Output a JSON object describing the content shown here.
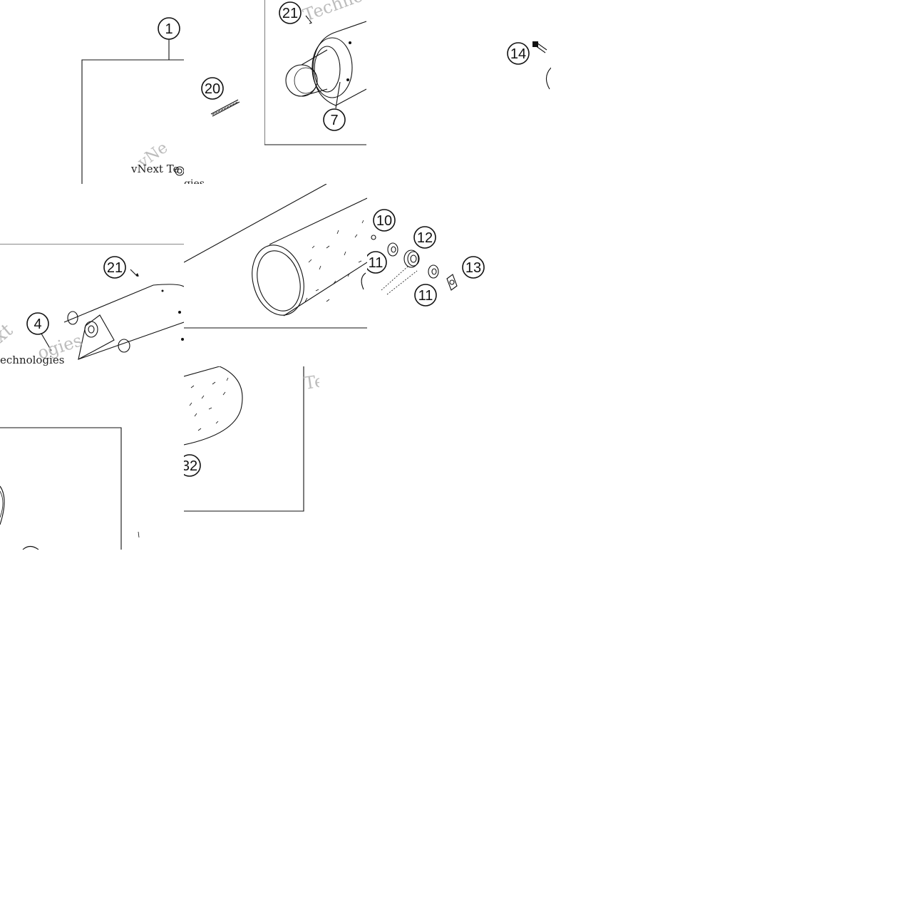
{
  "diagram": {
    "callouts": [
      {
        "id": "c1",
        "label": "1"
      },
      {
        "id": "c20",
        "label": "20"
      },
      {
        "id": "c21a",
        "label": "21"
      },
      {
        "id": "c7",
        "label": "7"
      },
      {
        "id": "c14",
        "label": "14"
      },
      {
        "id": "c21b",
        "label": "21"
      },
      {
        "id": "c4",
        "label": "4"
      },
      {
        "id": "c10",
        "label": "10"
      },
      {
        "id": "c12",
        "label": "12"
      },
      {
        "id": "c11a",
        "label": "11"
      },
      {
        "id": "c13",
        "label": "13"
      },
      {
        "id": "c11b",
        "label": "11"
      },
      {
        "id": "c32",
        "label": "32"
      }
    ],
    "watermarks": {
      "w1": "vNext Te",
      "w2": "vNe",
      "w3": "Techno",
      "w4": "xt",
      "w5": "ogies",
      "w6": "echnologies",
      "w7": "Te",
      "w8": "gies"
    }
  }
}
